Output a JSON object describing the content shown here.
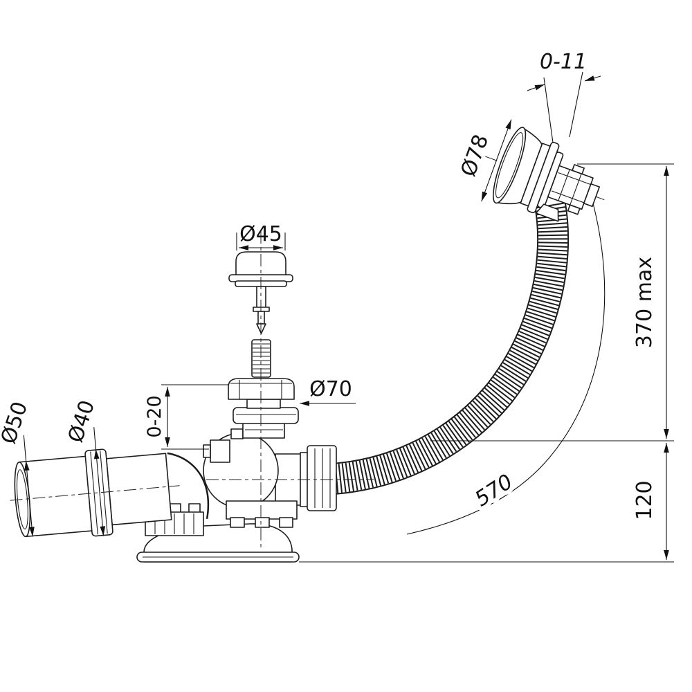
{
  "drawing": {
    "dimensions": {
      "overflow_travel": "0-11",
      "overflow_cap_diameter": "Ø78",
      "plug_diameter": "Ø45",
      "waste_flange_diameter": "Ø70",
      "flange_height_range": "0-20",
      "outlet_pipe_diameter": "Ø50",
      "outlet_tail_diameter": "Ø40",
      "installation_height": "370 max",
      "trap_depth": "120",
      "hose_length": "570"
    },
    "colors": {
      "line": "#1c1c1c",
      "dimension_line": "#111111",
      "background": "#ffffff"
    }
  }
}
